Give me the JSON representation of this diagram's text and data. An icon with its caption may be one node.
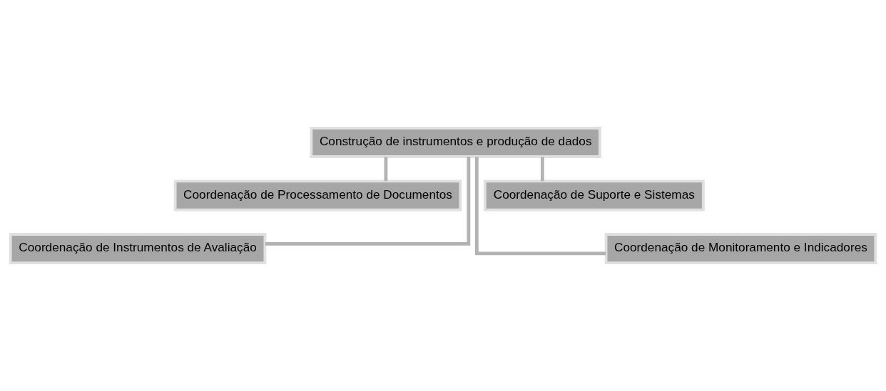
{
  "diagram": {
    "nodes": [
      {
        "text": [
          "Construção de instrumentos e produção de dados"
        ]
      },
      {
        "text": [
          "Coordenação de Processamento de Documentos"
        ]
      },
      {
        "text": [
          "Coordenação de Suporte e Sistemas"
        ]
      },
      {
        "text": [
          "Coordenação de Instrumentos de Avaliação"
        ]
      },
      {
        "text": [
          "Coordenação de Monitoramento e Indicadores"
        ]
      }
    ],
    "edges": [
      {
        "from": 0,
        "to": 3,
        "arrow": "none"
      },
      {
        "from": 0,
        "to": 1,
        "arrow": "none"
      },
      {
        "from": 0,
        "to": 2,
        "arrow": "none"
      },
      {
        "from": 0,
        "to": 4,
        "arrow": "none"
      }
    ]
  }
}
